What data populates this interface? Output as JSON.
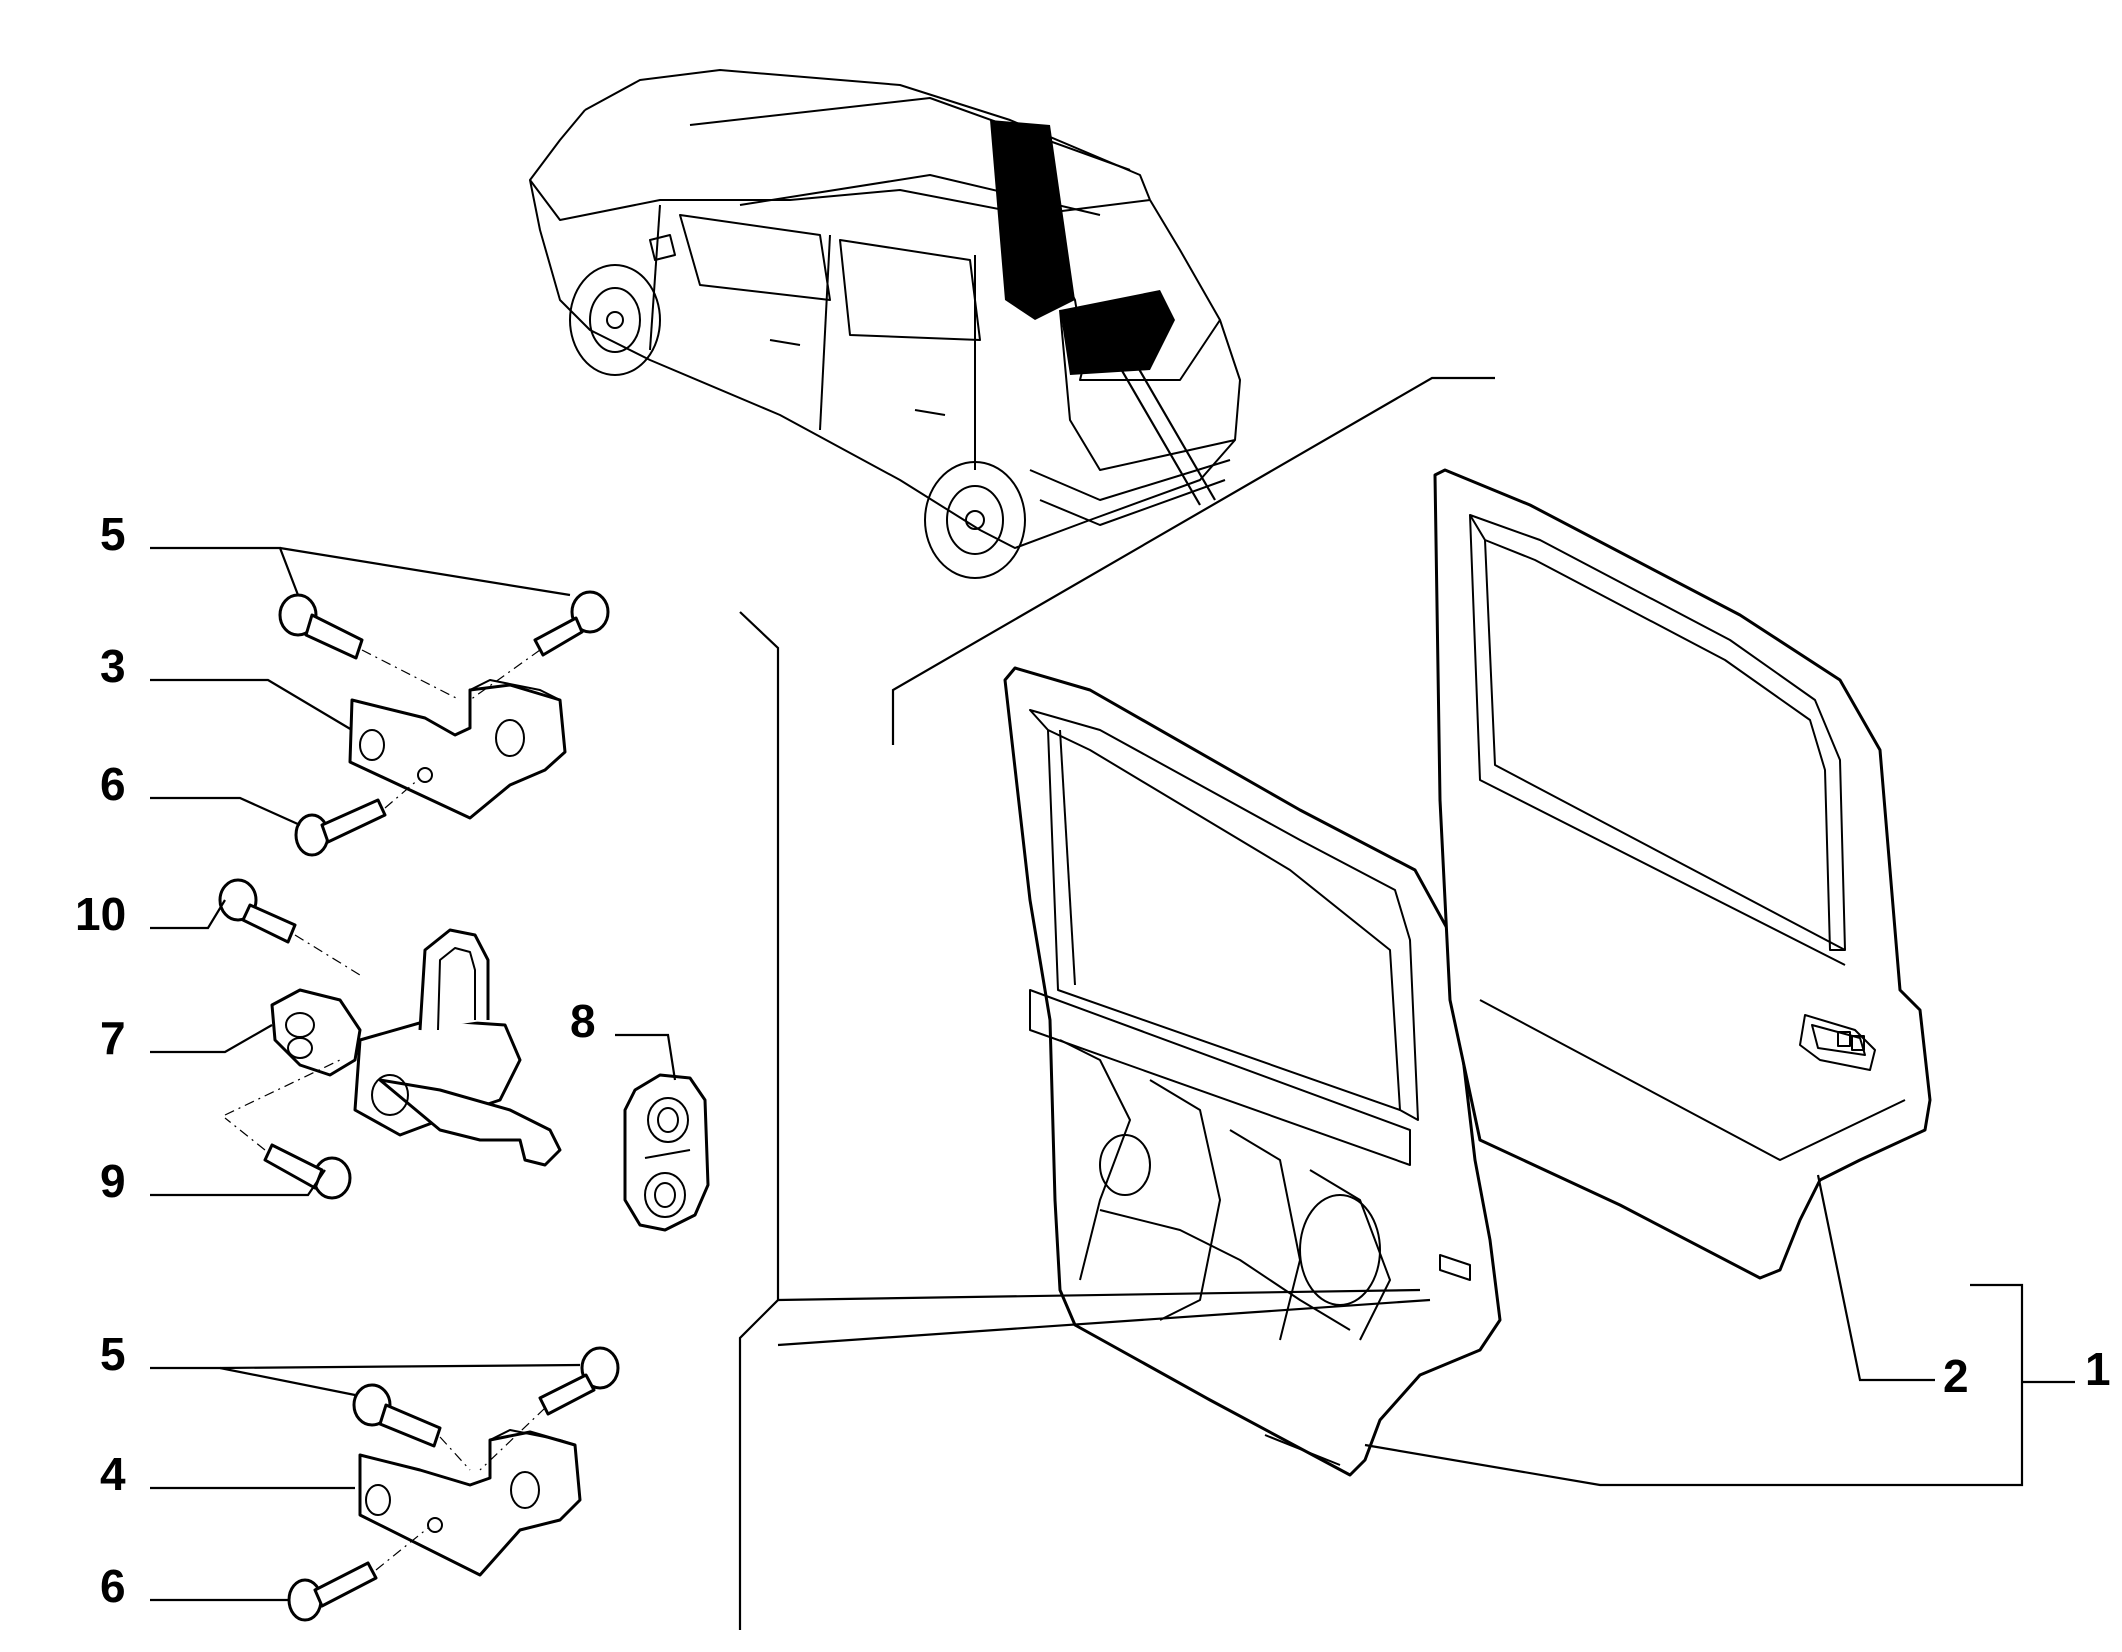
{
  "diagram": {
    "callouts": [
      {
        "id": "c5a",
        "label": "5"
      },
      {
        "id": "c3",
        "label": "3"
      },
      {
        "id": "c6a",
        "label": "6"
      },
      {
        "id": "c10",
        "label": "10"
      },
      {
        "id": "c7",
        "label": "7"
      },
      {
        "id": "c8",
        "label": "8"
      },
      {
        "id": "c9",
        "label": "9"
      },
      {
        "id": "c5b",
        "label": "5"
      },
      {
        "id": "c4",
        "label": "4"
      },
      {
        "id": "c6b",
        "label": "6"
      },
      {
        "id": "c2",
        "label": "2"
      },
      {
        "id": "c1",
        "label": "1"
      }
    ],
    "colors": {
      "ink": "#000000",
      "paper": "#ffffff"
    }
  }
}
